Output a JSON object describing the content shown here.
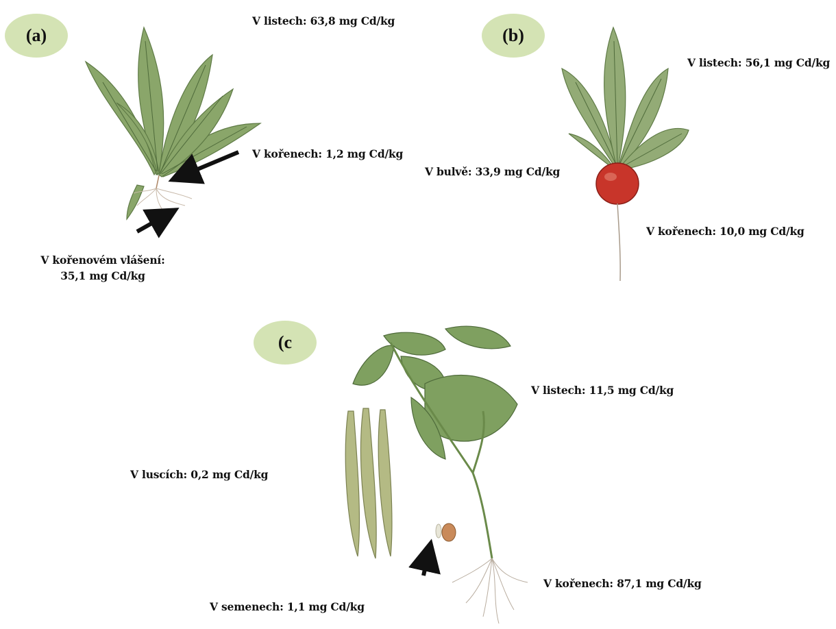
{
  "panels": {
    "a": {
      "badge": "(a)",
      "leaves_label": "V listech: 63,8 mg Cd/kg",
      "roots_label": "V kořenech: 1,2 mg Cd/kg",
      "root_hair_label_line1": "V kořenovém vlášení:",
      "root_hair_label_line2": "35,1 mg Cd/kg"
    },
    "b": {
      "badge": "(b)",
      "leaves_label": "V listech: 56,1 mg Cd/kg",
      "bulb_label": "V bulvě: 33,9 mg Cd/kg",
      "roots_label": "V kořenech: 10,0 mg Cd/kg"
    },
    "c": {
      "badge": "(c",
      "leaves_label": "V listech: 11,5 mg Cd/kg",
      "pods_label": "V luscích: 0,2 mg Cd/kg",
      "seeds_label": "V semenech: 1,1 mg Cd/kg",
      "roots_label": "V kořenech: 87,1 mg Cd/kg"
    }
  },
  "colors": {
    "badge_fill": "#d4e3b4",
    "leaf_green": "#7a9a5a",
    "radish_red": "#c8352a",
    "bean_pod": "#a9b07a",
    "root_stroke": "#a89a8a",
    "arrow": "#111111"
  }
}
